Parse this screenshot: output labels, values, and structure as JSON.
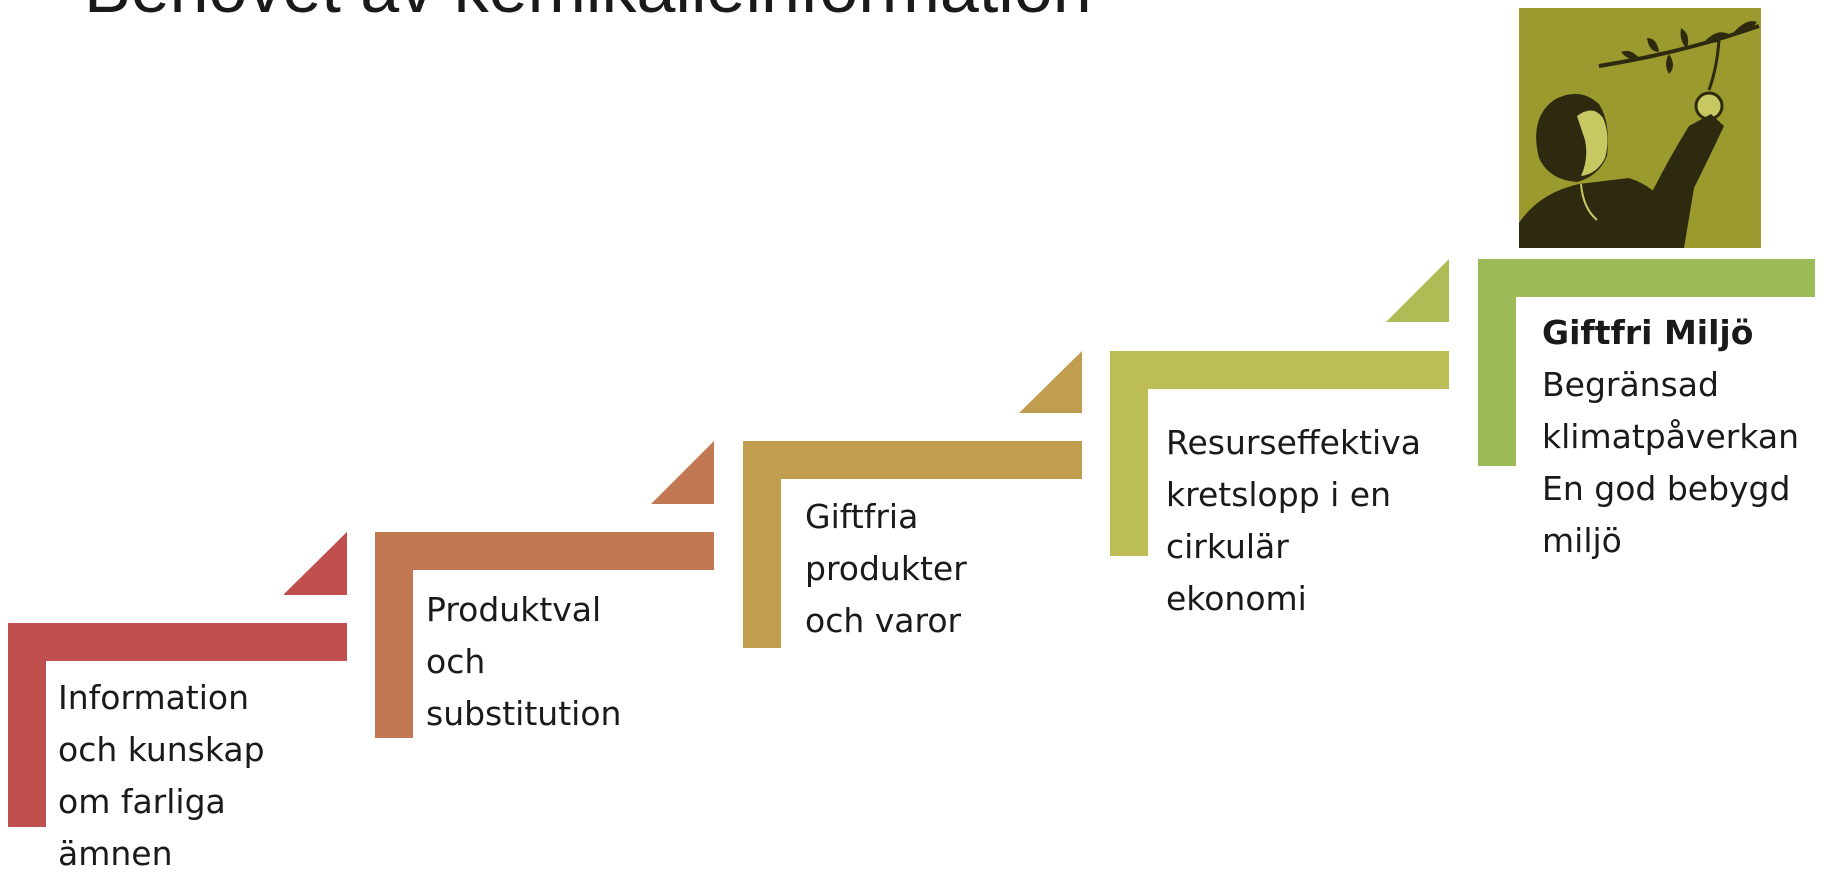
{
  "title": "Behovet av kemikalieinformation",
  "steps": [
    {
      "lines": [
        "Information",
        "och kunskap",
        "om farliga",
        "ämnen"
      ],
      "color": "#c0504d"
    },
    {
      "lines": [
        "Produktval",
        "och",
        "substitution"
      ],
      "color": "#c27953"
    },
    {
      "lines": [
        "Giftfria",
        "produkter",
        "och varor"
      ],
      "color": "#c19d50"
    },
    {
      "lines": [
        "Resurseffektiva",
        "kretslopp i en",
        "cirkulär",
        "ekonomi"
      ],
      "color": "#bcbe55"
    },
    {
      "heading": "Giftfri Miljö",
      "lines": [
        "Begränsad",
        "klimatpåverkan",
        "En god bebygd",
        "miljö"
      ],
      "color": "#9bbb59"
    }
  ],
  "illustration": {
    "icon": "person-picking-apple-icon",
    "background": "#9a9a2e",
    "figure": "#2e2a10",
    "skin": "#c8c862"
  }
}
